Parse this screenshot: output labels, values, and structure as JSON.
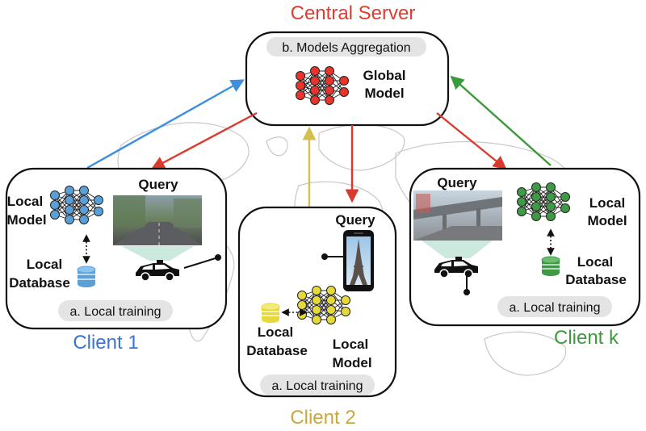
{
  "server": {
    "title": "Central Server",
    "aggregation_label": "b. Models Aggregation",
    "model_label_line1": "Global",
    "model_label_line2": "Model",
    "color": "#e03c31",
    "node_color": "#e8342a"
  },
  "client1": {
    "name": "Client 1",
    "color": "#3a73d6",
    "node_color": "#5aa0d8",
    "model_label_line1": "Local",
    "model_label_line2": "Model",
    "database_line1": "Local",
    "database_line2": "Database",
    "query_label": "Query",
    "training_label": "a. Local training"
  },
  "client2": {
    "name": "Client 2",
    "color": "#c9a83c",
    "node_color": "#e6d93a",
    "model_label_line1": "Local",
    "model_label_line2": "Model",
    "database_line1": "Local",
    "database_line2": "Database",
    "query_label": "Query",
    "training_label": "a. Local training"
  },
  "clientk": {
    "name": "Client k",
    "color": "#3d9a3a",
    "node_color": "#3f9a45",
    "model_label_line1": "Local",
    "model_label_line2": "Model",
    "database_line1": "Local",
    "database_line2": "Database",
    "query_label": "Query",
    "training_label": "a. Local training"
  },
  "icons": [
    "neural-network-icon",
    "database-icon",
    "car-icon",
    "smartphone-icon",
    "street-photo",
    "eiffel-tower-photo",
    "highway-photo",
    "world-map"
  ]
}
